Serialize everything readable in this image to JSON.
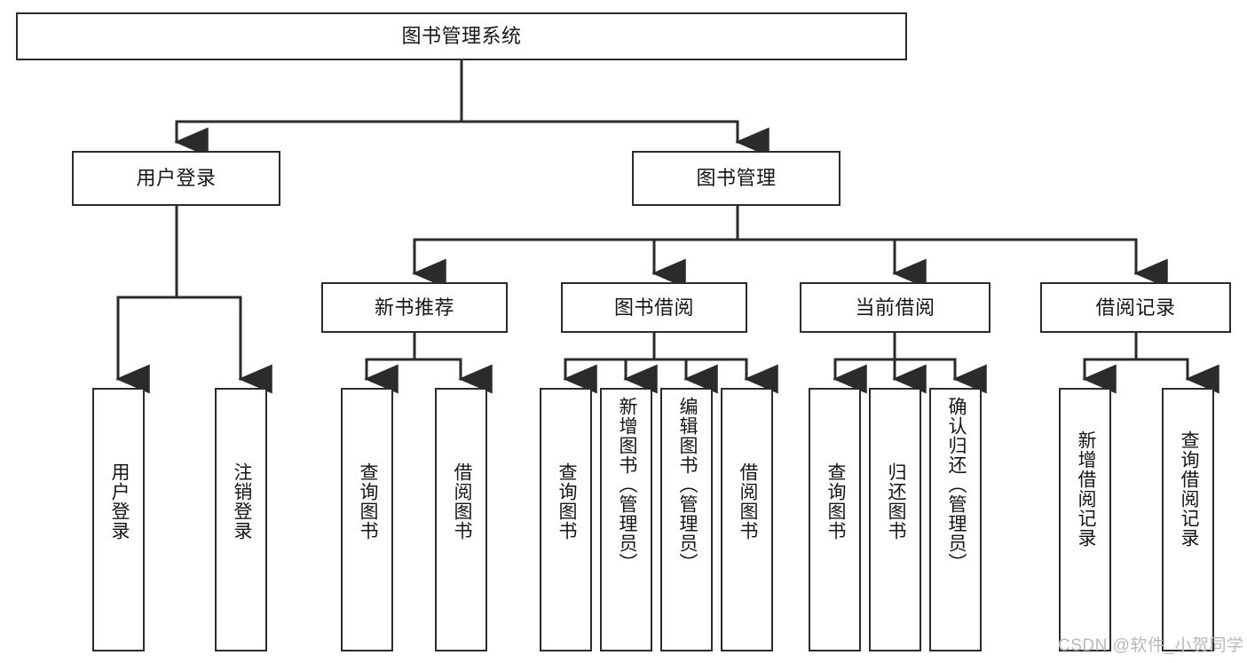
{
  "diagram": {
    "type": "tree-hierarchy-chart",
    "title": "图书管理系统",
    "stroke_color": "#2b2b2b",
    "fill_color": "#ffffff",
    "text_color": "#161616"
  },
  "root": {
    "label": "图书管理系统"
  },
  "level2": [
    {
      "label": "用户登录"
    },
    {
      "label": "图书管理"
    }
  ],
  "level3": [
    {
      "label": "新书推荐"
    },
    {
      "label": "图书借阅"
    },
    {
      "label": "当前借阅"
    },
    {
      "label": "借阅记录"
    }
  ],
  "leaves": {
    "user_login": [
      {
        "label": "用户登录"
      },
      {
        "label": "注销登录"
      }
    ],
    "new_book_recommend": [
      {
        "label": "查询图书"
      },
      {
        "label": "借阅图书"
      }
    ],
    "book_borrow": [
      {
        "label": "查询图书"
      },
      {
        "label": "新增图书（管理员）"
      },
      {
        "label": "编辑图书（管理员）"
      },
      {
        "label": "借阅图书"
      }
    ],
    "current_borrow": [
      {
        "label": "查询图书"
      },
      {
        "label": "归还图书"
      },
      {
        "label": "确认归还（管理员）"
      }
    ],
    "borrow_record": [
      {
        "label": "新增借阅记录"
      },
      {
        "label": "查询借阅记录"
      }
    ]
  },
  "watermark": {
    "text": "CSDN @软件_小贺同学"
  }
}
